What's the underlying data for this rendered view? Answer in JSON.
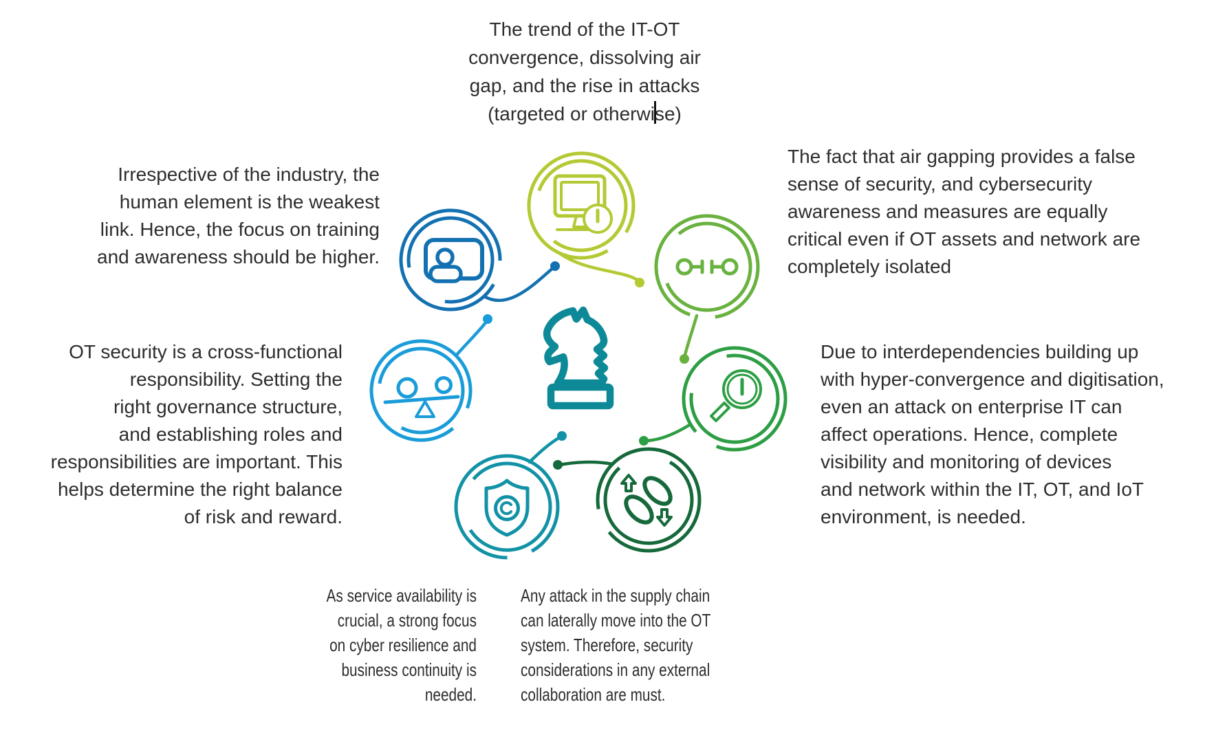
{
  "notes": {
    "top": "The trend of the IT-OT\nconvergence, dissolving air\ngap, and the rise in attacks\n(targeted or otherwise)",
    "upper_left": "Irrespective of the industry, the\nhuman element is the weakest\nlink. Hence, the focus on training\nand awareness should be higher.",
    "upper_right": "The fact that air gapping provides a false\nsense of security, and cybersecurity\nawareness and measures are equally\ncritical even if OT assets and network are\ncompletely isolated",
    "mid_left": "OT security is a cross-functional\nresponsibility. Setting the\nright governance structure,\nand establishing roles and\nresponsibilities are important. This\nhelps determine the right balance\nof risk and reward.",
    "mid_right": "Due to interdependencies building up\nwith hyper-convergence and digitisation,\neven an attack on enterprise IT can\naffect operations. Hence, complete\nvisibility and monitoring of devices\nand network within the IT, OT, and IoT\nenvironment, is needed.",
    "bottom_left": "As service availability is\ncrucial, a strong focus\non cyber resilience and\nbusiness continuity is\nneeded.",
    "bottom_right": "Any attack in the supply chain\ncan laterally move into the OT\nsystem. Therefore, security\nconsiderations in any external\ncollaboration are must."
  },
  "colors": {
    "monitor": "#b4c933",
    "keys": "#69b23f",
    "magnifier": "#2d9e44",
    "chain": "#15693a",
    "shield": "#1292a6",
    "balance": "#1a9cd9",
    "idcard": "#1371b1",
    "knight": "#0e8997",
    "text": "#2d2d2d"
  },
  "icons": {
    "center": "chess-knight",
    "nodes": [
      "monitor-alert-icon",
      "dual-keys-icon",
      "magnifier-alert-icon",
      "chain-links-arrows-icon",
      "shield-target-icon",
      "balance-scale-icon",
      "id-card-person-icon"
    ]
  }
}
